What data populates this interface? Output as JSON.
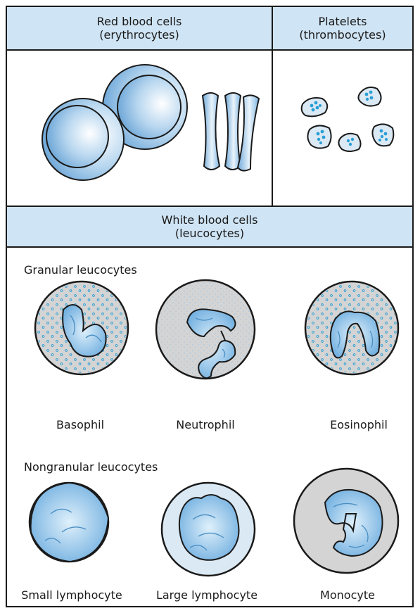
{
  "panels": {
    "red": {
      "line1": "Red blood cells",
      "line2": "(erythrocytes)"
    },
    "platelets": {
      "line1": "Platelets",
      "line2": "(thrombocytes)"
    },
    "white": {
      "line1": "White blood cells",
      "line2": "(leucocytes)"
    }
  },
  "granular": {
    "heading": "Granular leucocytes",
    "cells": [
      "Basophil",
      "Neutrophil",
      "Eosinophil"
    ]
  },
  "nongranular": {
    "heading": "Nongranular leucocytes",
    "cells": [
      "Small lymphocyte",
      "Large lymphocyte",
      "Monocyte"
    ]
  },
  "colors": {
    "border": "#1a1a1a",
    "header_fill": "#cfe4f4",
    "cell_blue": "#7fb6e3",
    "cell_light": "#cfe4f4",
    "granule_blue": "#2a9fd6",
    "cytoplasm_grey": "#d4d4d4"
  }
}
